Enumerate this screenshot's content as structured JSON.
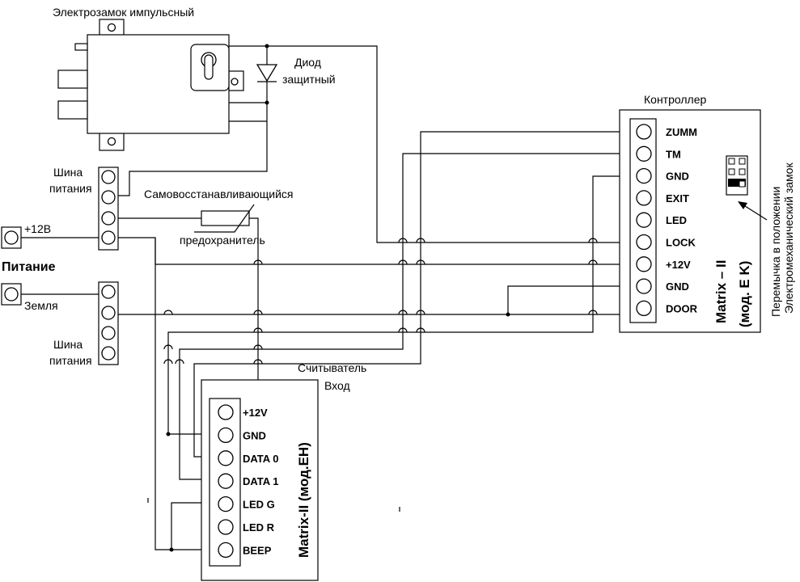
{
  "lock": {
    "title": "Электрозамок импульсный"
  },
  "diode": {
    "label_line1": "Диод",
    "label_line2": "защитный"
  },
  "bus_top": {
    "label_line1": "Шина",
    "label_line2": "питания"
  },
  "bus_bottom": {
    "label_line1": "Шина",
    "label_line2": "питания"
  },
  "power": {
    "plus_label": "+12В",
    "title": "Питание",
    "ground_label": "Земля"
  },
  "fuse": {
    "label_line1": "Самовосстанавливающийся",
    "label_line2": "предохранитель"
  },
  "controller": {
    "title": "Контроллер",
    "terminals": [
      "ZUMM",
      "TM",
      "GND",
      "EXIT",
      "LED",
      "LOCK",
      "+12V",
      "GND",
      "DOOR"
    ],
    "model_line1": "Matrix – II",
    "model_line2": "(мод. E K)",
    "jumper_line1": "Перемычка в положении",
    "jumper_line2": "Электромеханический замок"
  },
  "reader": {
    "title_line1": "Считыватель",
    "title_line2": "Вход",
    "terminals": [
      "+12V",
      "GND",
      "DATA 0",
      "DATA 1",
      "LED G",
      "LED R",
      "BEEP"
    ],
    "model": "Matrix-II (мод.EH)"
  }
}
